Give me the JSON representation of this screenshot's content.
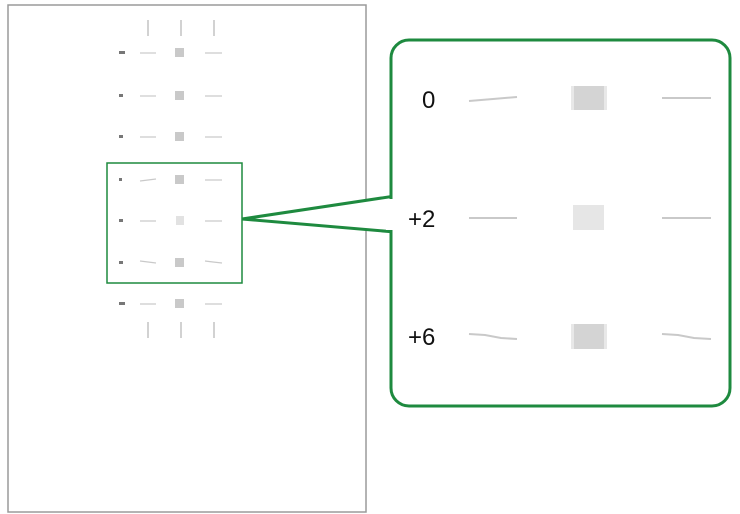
{
  "diagram": {
    "page_rows": 7,
    "highlighted_rows": [
      3,
      4,
      5
    ],
    "callout": {
      "rows": [
        {
          "label": "0"
        },
        {
          "label": "+2"
        },
        {
          "label": "+6"
        }
      ]
    }
  },
  "colors": {
    "accent": "#1e8a3f",
    "page_border": "#9a9a9a",
    "pattern": "#c9c9c9",
    "text": "#111111"
  }
}
